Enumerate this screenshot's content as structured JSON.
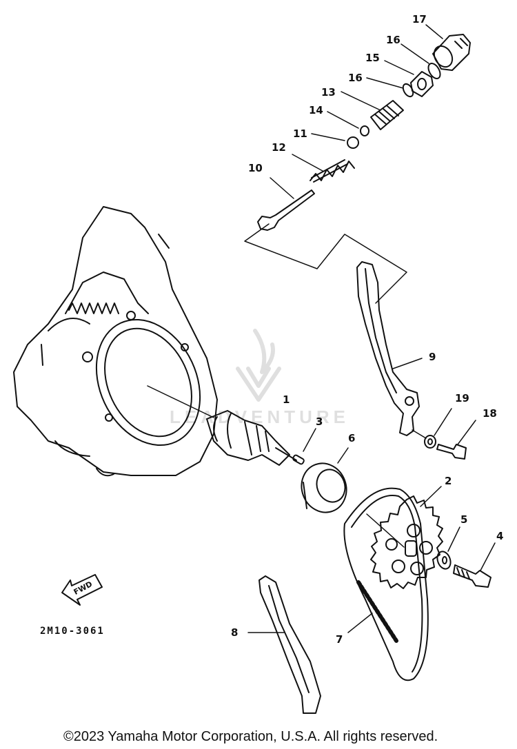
{
  "diagram": {
    "part_numbers": [
      "1",
      "2",
      "3",
      "4",
      "5",
      "6",
      "7",
      "8",
      "9",
      "10",
      "11",
      "12",
      "13",
      "14",
      "15",
      "16",
      "16",
      "17",
      "18",
      "19"
    ],
    "drawing_code": "2M10-3061",
    "direction_badge": "FWD",
    "watermark": "LEADVENTURE",
    "copyright": "©2023 Yamaha Motor Corporation, U.S.A. All rights reserved."
  },
  "colors": {
    "ink": "#111111",
    "paper": "#ffffff"
  }
}
